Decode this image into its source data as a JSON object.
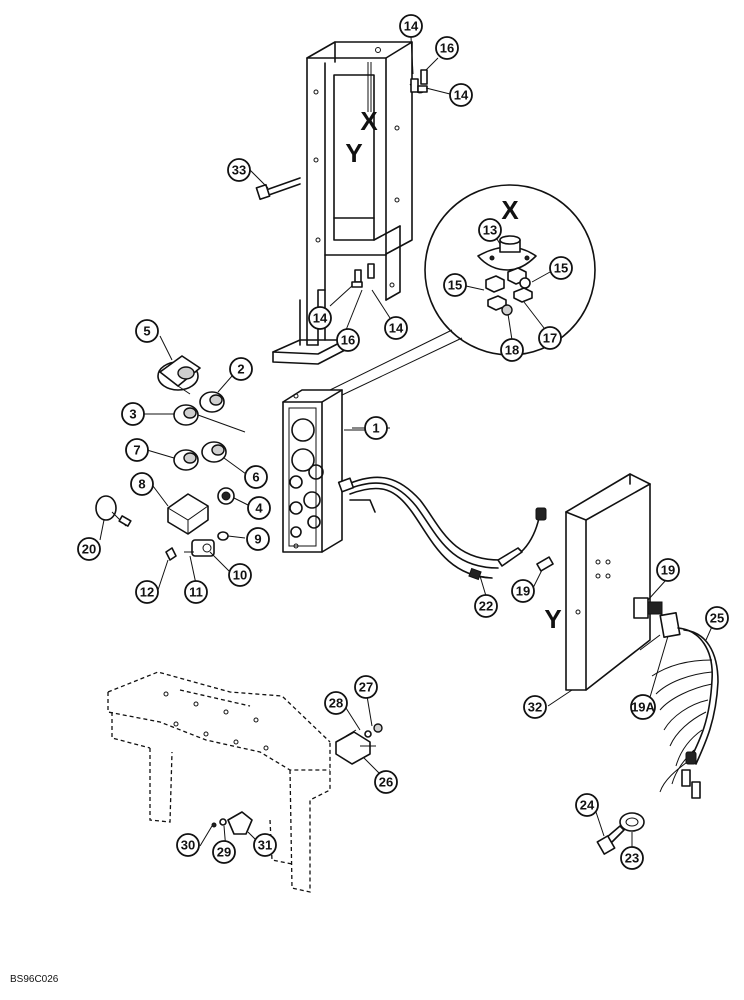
{
  "figure_code": "BS96C026",
  "letters": {
    "x_top": "X",
    "y_top": "Y",
    "x_inset": "X",
    "y_right": "Y"
  },
  "callouts": {
    "c1": "1",
    "c2": "2",
    "c3": "3",
    "c4": "4",
    "c5": "5",
    "c6": "6",
    "c7": "7",
    "c8": "8",
    "c9": "9",
    "c10": "10",
    "c11": "11",
    "c12": "12",
    "c13": "13",
    "c14a": "14",
    "c14b": "14",
    "c14c": "14",
    "c14d": "14",
    "c15a": "15",
    "c15b": "15",
    "c16a": "16",
    "c16b": "16",
    "c17": "17",
    "c18": "18",
    "c19a": "19",
    "c19b": "19",
    "c19A": "19A",
    "c20": "20",
    "c22": "22",
    "c23": "23",
    "c24": "24",
    "c25": "25",
    "c26": "26",
    "c27": "27",
    "c28": "28",
    "c29": "29",
    "c30": "30",
    "c31": "31",
    "c32": "32",
    "c33": "33"
  }
}
